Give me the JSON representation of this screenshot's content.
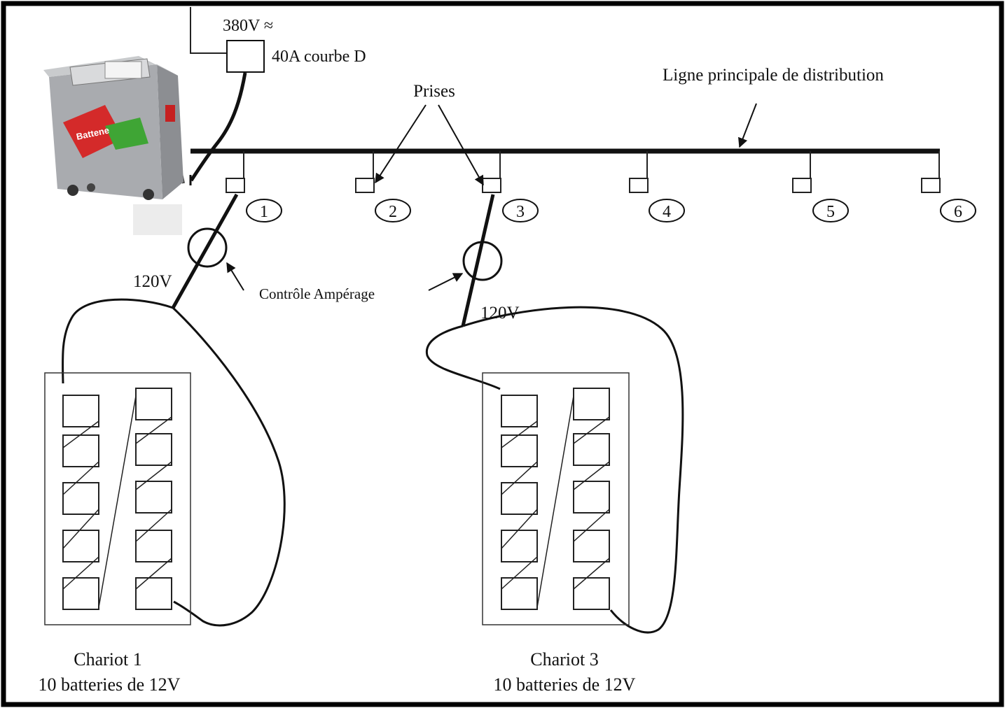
{
  "supply": {
    "voltage": "380V ≈",
    "breaker": "40A courbe D"
  },
  "charger": {
    "brand": "Battene"
  },
  "main_line": {
    "label": "Ligne principale de distribution"
  },
  "outlets": {
    "label": "Prises",
    "numbers": [
      "1",
      "2",
      "3",
      "4",
      "5",
      "6"
    ]
  },
  "monitoring": {
    "label": "Contrôle Ampérage"
  },
  "chariots": [
    {
      "voltage": "120V",
      "name": "Chariot 1",
      "batteries": "10 batteries de 12V"
    },
    {
      "voltage": "120V",
      "name": "Chariot 3",
      "batteries": "10 batteries de 12V"
    }
  ],
  "colors": {
    "frame": "#000000",
    "line": "#111111",
    "charger_body": "#a9abaf",
    "charger_logo": "#d42a2a",
    "charger_logo_accent": "#3fa535"
  }
}
